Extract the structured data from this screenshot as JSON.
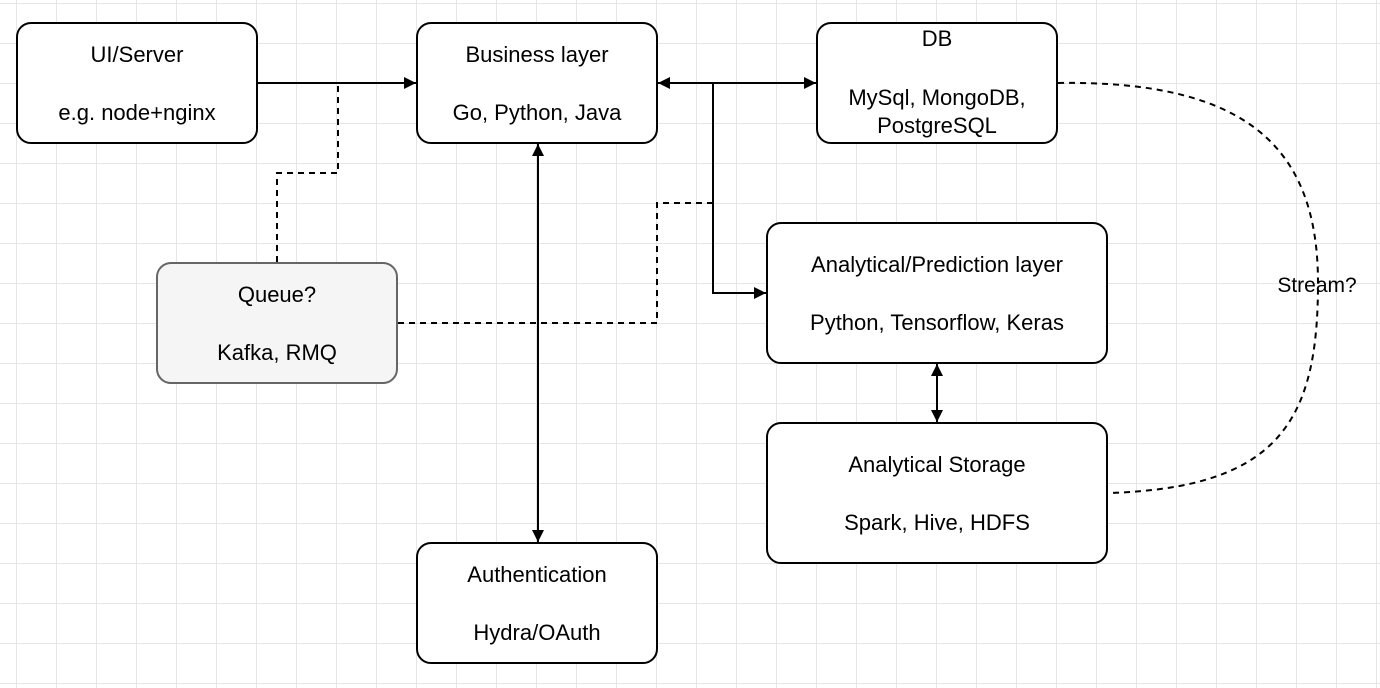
{
  "nodes": {
    "ui_server": {
      "title": "UI/Server",
      "subtitle": "e.g. node+nginx"
    },
    "business": {
      "title": "Business layer",
      "subtitle": "Go, Python, Java"
    },
    "db": {
      "title": "DB",
      "line1": "MySql, MongoDB,",
      "line2": "PostgreSQL"
    },
    "queue": {
      "title": "Queue?",
      "subtitle": "Kafka, RMQ"
    },
    "analytical": {
      "title": "Analytical/Prediction layer",
      "subtitle": "Python, Tensorflow, Keras"
    },
    "storage": {
      "title": "Analytical Storage",
      "subtitle": "Spark, Hive, HDFS"
    },
    "auth": {
      "title": "Authentication",
      "subtitle": "Hydra/OAuth"
    }
  },
  "edge_labels": {
    "stream": "Stream?"
  },
  "colors": {
    "stroke": "#000000",
    "queue_fill": "#f5f5f5",
    "queue_stroke": "#666666",
    "grid": "#e6e6e6"
  }
}
